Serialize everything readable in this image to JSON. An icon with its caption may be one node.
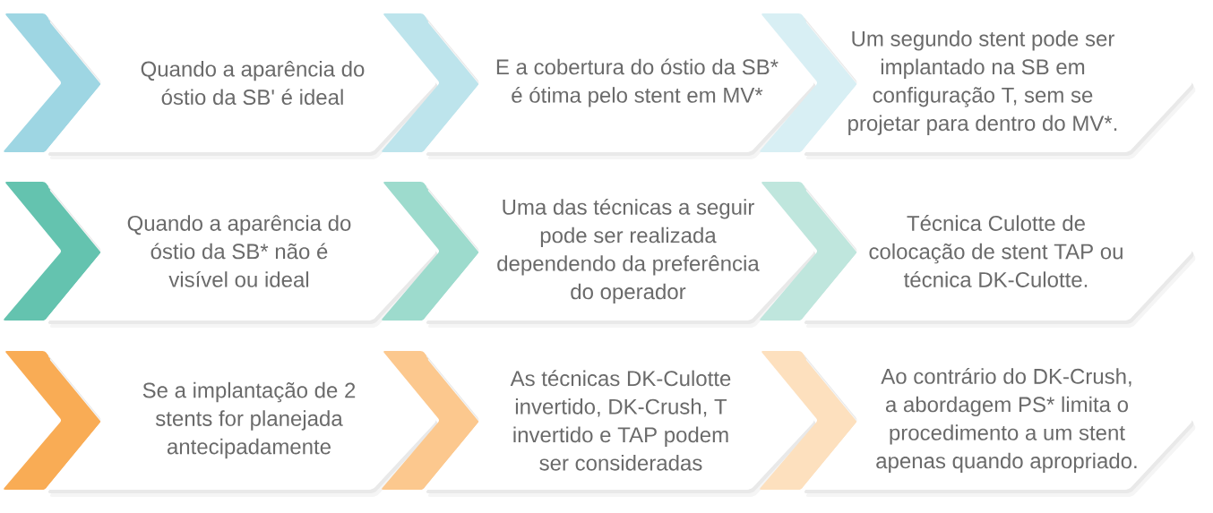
{
  "diagram": {
    "nodes": [
      {
        "text": [
          "Quando a aparência do óstio da SB' é ideal"
        ]
      },
      {
        "text": [
          "E a cobertura do óstio da SB* é ótima pelo stent em MV*"
        ]
      },
      {
        "text": [
          "Um segundo stent pode ser implantado na SB em configuração T, sem se projetar para dentro do MV*."
        ]
      },
      {
        "text": [
          "Quando a aparência do óstio da SB* não é visível ou ideal"
        ]
      },
      {
        "text": [
          "Uma das técnicas a seguir pode ser realizada dependendo da preferência do operador"
        ]
      },
      {
        "text": [
          "Técnica Culotte de colocação de stent TAP ou técnica DK-Culotte."
        ]
      },
      {
        "text": [
          "Se a implantação de 2 stents for planejada antecipadamente"
        ]
      },
      {
        "text": [
          "As técnicas DK-Culotte invertido, DK-Crush, T invertido e TAP podem ser consideradas"
        ]
      },
      {
        "text": [
          "Ao contrário do DK-Crush, a abordagem PS* limita o procedimento a um stent apenas quando apropriado."
        ]
      }
    ]
  }
}
